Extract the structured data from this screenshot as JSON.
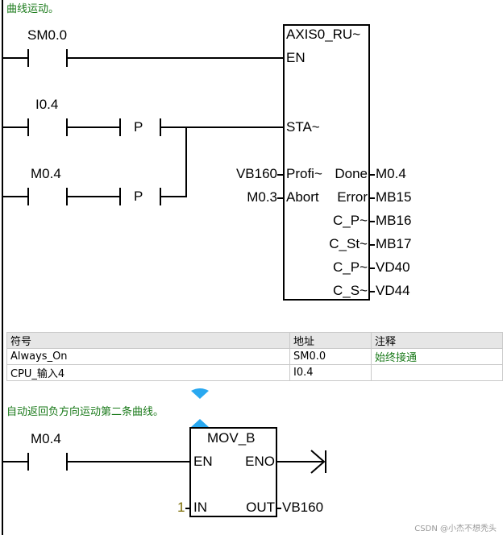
{
  "network1": {
    "comment": "曲线运动。",
    "contacts": {
      "sm00": "SM0.0",
      "i04": "I0.4",
      "m04": "M0.4",
      "p_label": "P"
    },
    "block": {
      "title": "AXIS0_RU~",
      "left_pins": [
        "EN",
        "STA~",
        "Profi~",
        "Abort"
      ],
      "right_pins": [
        "Done",
        "Error",
        "C_P~",
        "C_St~",
        "C_P~",
        "C_S~"
      ],
      "left_operands": [
        "VB160",
        "M0.3"
      ],
      "right_operands": [
        "M0.4",
        "MB15",
        "MB16",
        "MB17",
        "VD40",
        "VD44"
      ]
    }
  },
  "symbol_table": {
    "headers": [
      "符号",
      "地址",
      "注释"
    ],
    "rows": [
      [
        "Always_On",
        "SM0.0",
        "始终接通"
      ],
      [
        "CPU_输入4",
        "I0.4",
        ""
      ]
    ]
  },
  "network2": {
    "comment": "自动返回负方向运动第二条曲线。",
    "contact": "M0.4",
    "block": {
      "title": "MOV_B",
      "left_pins": [
        "EN",
        "IN"
      ],
      "right_pins": [
        "ENO",
        "OUT"
      ],
      "in_operand": "1",
      "out_operand": "VB160"
    }
  },
  "watermark": "CSDN @小杰不想秃头",
  "colors": {
    "comment_green": "#1a7a1a",
    "marker_blue": "#29a8f0",
    "header_gray": "#e6e6e6"
  }
}
